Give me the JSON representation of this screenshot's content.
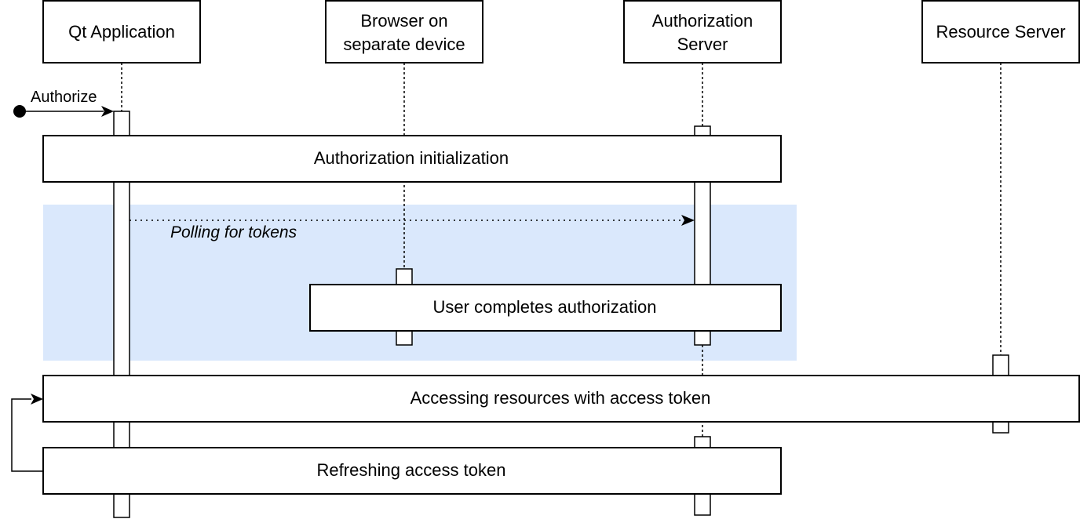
{
  "diagram": {
    "participants": [
      {
        "name": "qt-application",
        "lines": [
          "Qt Application"
        ]
      },
      {
        "name": "browser-separate-device",
        "lines": [
          "Browser on",
          "separate device"
        ]
      },
      {
        "name": "authorization-server",
        "lines": [
          "Authorization",
          "Server"
        ]
      },
      {
        "name": "resource-server",
        "lines": [
          "Resource Server"
        ]
      }
    ],
    "start_message": {
      "label": "Authorize"
    },
    "steps": {
      "authorization_initialization": "Authorization initialization",
      "user_completes_authorization": "User completes authorization",
      "accessing_resources": "Accessing resources with access token",
      "refreshing_token": "Refreshing access token"
    },
    "polling": {
      "label": "Polling for tokens"
    },
    "colors": {
      "polling_region": "#dae8fc",
      "stroke": "#000000",
      "box_fill": "#ffffff"
    }
  }
}
